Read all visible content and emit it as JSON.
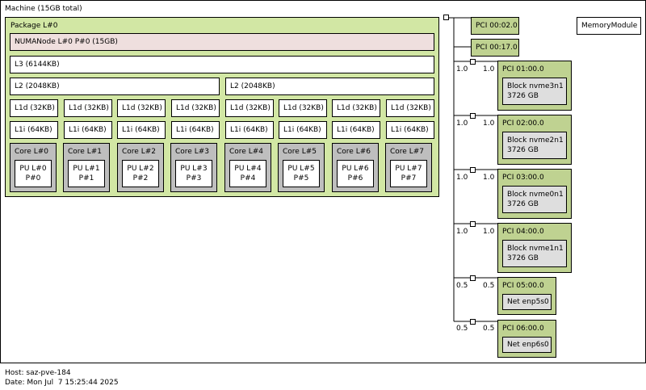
{
  "machine": {
    "label": "Machine (15GB total)"
  },
  "package": {
    "label": "Package L#0"
  },
  "numa": {
    "label": "NUMANode L#0 P#0 (15GB)"
  },
  "l3": {
    "label": "L3 (6144KB)"
  },
  "l2": [
    {
      "label": "L2 (2048KB)"
    },
    {
      "label": "L2 (2048KB)"
    }
  ],
  "l1d": [
    {
      "label": "L1d (32KB)"
    },
    {
      "label": "L1d (32KB)"
    },
    {
      "label": "L1d (32KB)"
    },
    {
      "label": "L1d (32KB)"
    },
    {
      "label": "L1d (32KB)"
    },
    {
      "label": "L1d (32KB)"
    },
    {
      "label": "L1d (32KB)"
    },
    {
      "label": "L1d (32KB)"
    }
  ],
  "l1i": [
    {
      "label": "L1i (64KB)"
    },
    {
      "label": "L1i (64KB)"
    },
    {
      "label": "L1i (64KB)"
    },
    {
      "label": "L1i (64KB)"
    },
    {
      "label": "L1i (64KB)"
    },
    {
      "label": "L1i (64KB)"
    },
    {
      "label": "L1i (64KB)"
    },
    {
      "label": "L1i (64KB)"
    }
  ],
  "cores": [
    {
      "label": "Core L#0",
      "pu": "PU L#0",
      "p": "P#0"
    },
    {
      "label": "Core L#1",
      "pu": "PU L#1",
      "p": "P#1"
    },
    {
      "label": "Core L#2",
      "pu": "PU L#2",
      "p": "P#2"
    },
    {
      "label": "Core L#3",
      "pu": "PU L#3",
      "p": "P#3"
    },
    {
      "label": "Core L#4",
      "pu": "PU L#4",
      "p": "P#4"
    },
    {
      "label": "Core L#5",
      "pu": "PU L#5",
      "p": "P#5"
    },
    {
      "label": "Core L#6",
      "pu": "PU L#6",
      "p": "P#6"
    },
    {
      "label": "Core L#7",
      "pu": "PU L#7",
      "p": "P#7"
    }
  ],
  "pci_top": [
    {
      "label": "PCI 00:02.0"
    },
    {
      "label": "PCI 00:17.0"
    }
  ],
  "memory_module": "MemoryModule",
  "pci_devices": [
    {
      "link_left": "1.0",
      "link_right": "1.0",
      "label": "PCI 01:00.0",
      "child_name": "Block nvme3n1",
      "child_size": "3726 GB"
    },
    {
      "link_left": "1.0",
      "link_right": "1.0",
      "label": "PCI 02:00.0",
      "child_name": "Block nvme2n1",
      "child_size": "3726 GB"
    },
    {
      "link_left": "1.0",
      "link_right": "1.0",
      "label": "PCI 03:00.0",
      "child_name": "Block nvme0n1",
      "child_size": "3726 GB"
    },
    {
      "link_left": "1.0",
      "link_right": "1.0",
      "label": "PCI 04:00.0",
      "child_name": "Block nvme1n1",
      "child_size": "3726 GB"
    },
    {
      "link_left": "0.5",
      "link_right": "0.5",
      "label": "PCI 05:00.0",
      "child_name": "Net enp5s0"
    },
    {
      "link_left": "0.5",
      "link_right": "0.5",
      "label": "PCI 06:00.0",
      "child_name": "Net enp6s0"
    }
  ],
  "footer": {
    "host": "Host: saz-pve-184",
    "date": "Date: Mon Jul  7 15:25:44 2025"
  },
  "colors": {
    "machine": "#ffffff",
    "package": "#d2e7a4",
    "numa": "#efdfde",
    "core": "#bebebe",
    "pu": "#ffffff",
    "pci": "#bfd291",
    "device": "#dedede"
  }
}
